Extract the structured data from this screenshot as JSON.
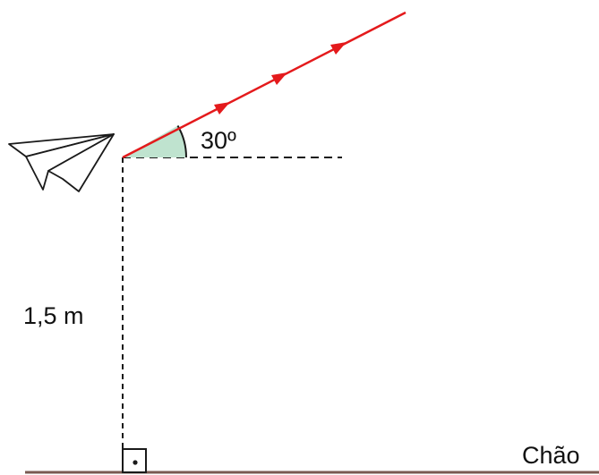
{
  "diagram": {
    "angle_label": "30º",
    "height_label": "1,5 m",
    "ground_label": "Chão",
    "angle_degrees": 30,
    "colors": {
      "trajectory": "#e41a1c",
      "angle_fill": "#bfe3cf",
      "ground": "#7a5a52",
      "lines": "#1a1a1a"
    },
    "icons": [
      "paper-airplane-icon",
      "right-angle-marker"
    ]
  }
}
